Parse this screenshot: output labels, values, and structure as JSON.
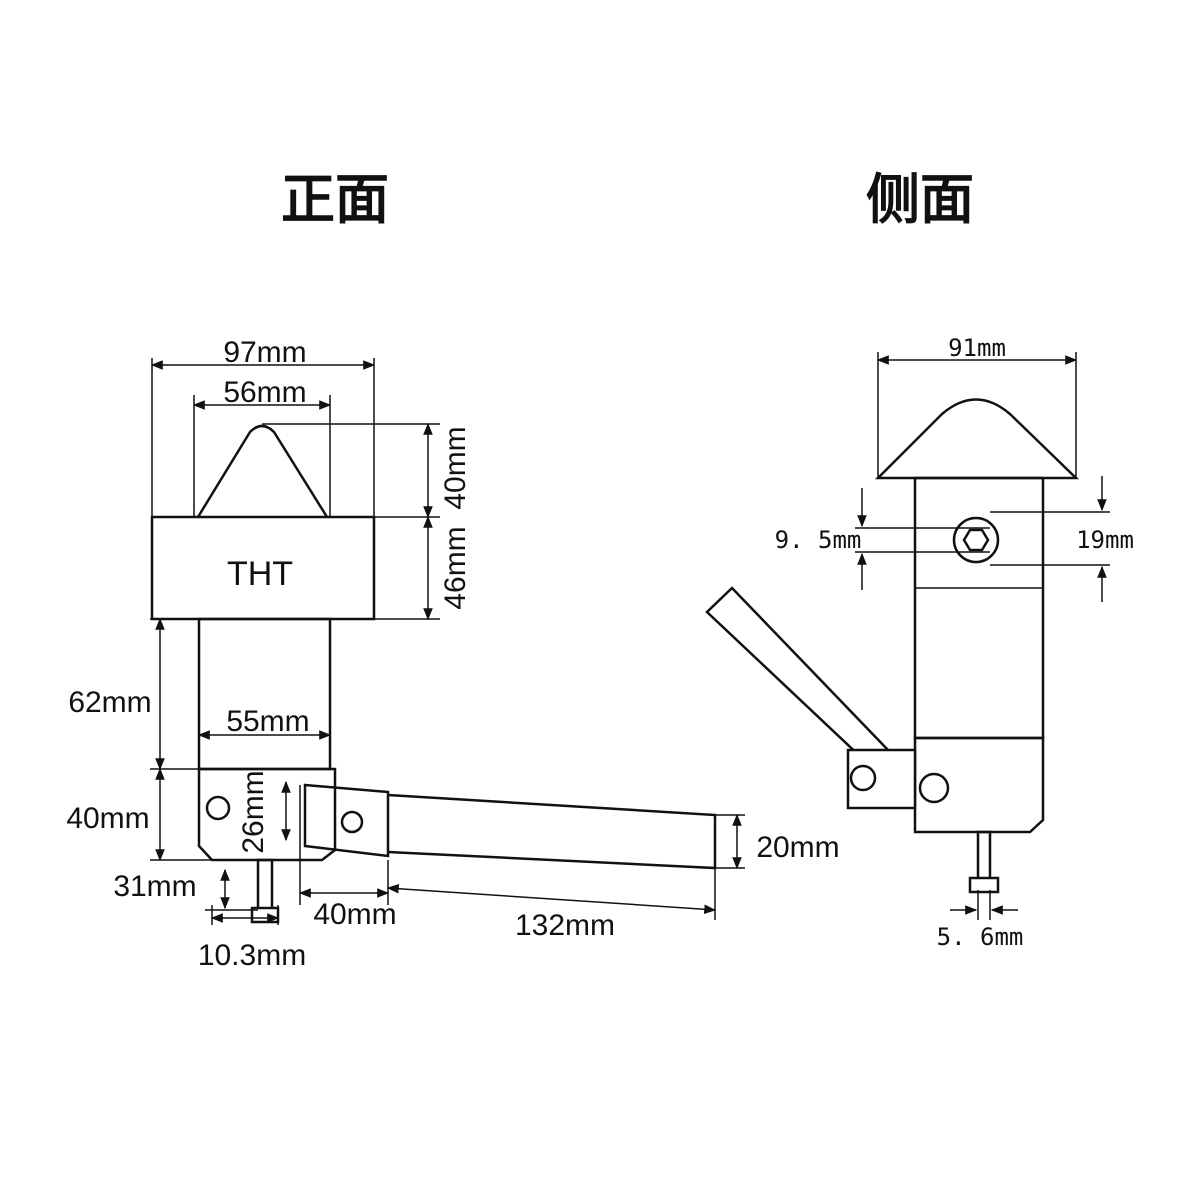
{
  "titles": {
    "front": "正面",
    "side": "侧面"
  },
  "front": {
    "label": "THT",
    "dims": {
      "width_top": "97mm",
      "width_cone": "56mm",
      "height_cone": "40mm",
      "height_box": "46mm",
      "height_neck": "62mm",
      "width_neck": "55mm",
      "height_base": "40mm",
      "hole_height": "26mm",
      "pin_length": "31mm",
      "pin_width": "10.3mm",
      "arm_height": "20mm",
      "arm_first": "40mm",
      "arm_second": "132mm"
    }
  },
  "side": {
    "dims": {
      "width_top": "91mm",
      "hole_small": "9. 5mm",
      "hole_large": "19mm",
      "pin_width": "5. 6mm"
    }
  }
}
